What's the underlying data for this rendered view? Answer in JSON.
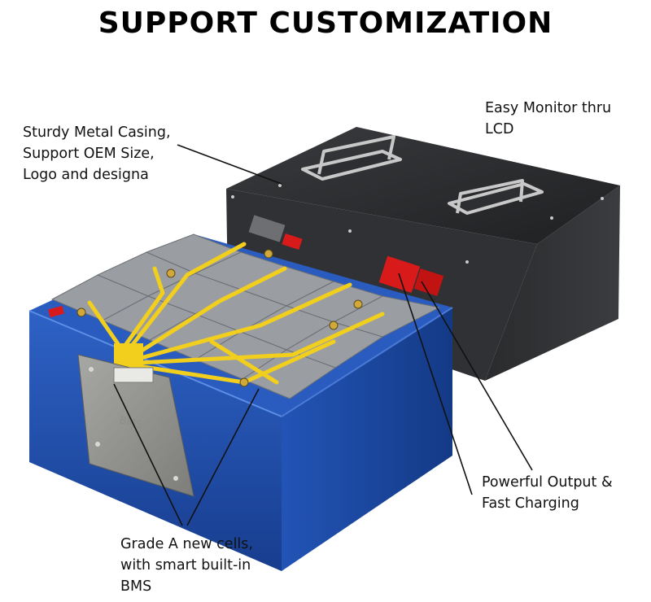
{
  "title": "SUPPORT CUSTOMIZATION",
  "callouts": {
    "casing": "Sturdy Metal Casing,\nSupport OEM Size,\nLogo and designa",
    "lcd": "Easy Monitor thru\nLCD",
    "output": "Powerful Output &\nFast Charging",
    "cells": "Grade A new cells,\nwith smart built-in\nBMS"
  },
  "bms_plate_text": "BMS",
  "colors": {
    "casing": "#2b2c2e",
    "cells": "#1f4fae",
    "busbar": "#f2cf1c",
    "terminal": "#d81a1a"
  }
}
